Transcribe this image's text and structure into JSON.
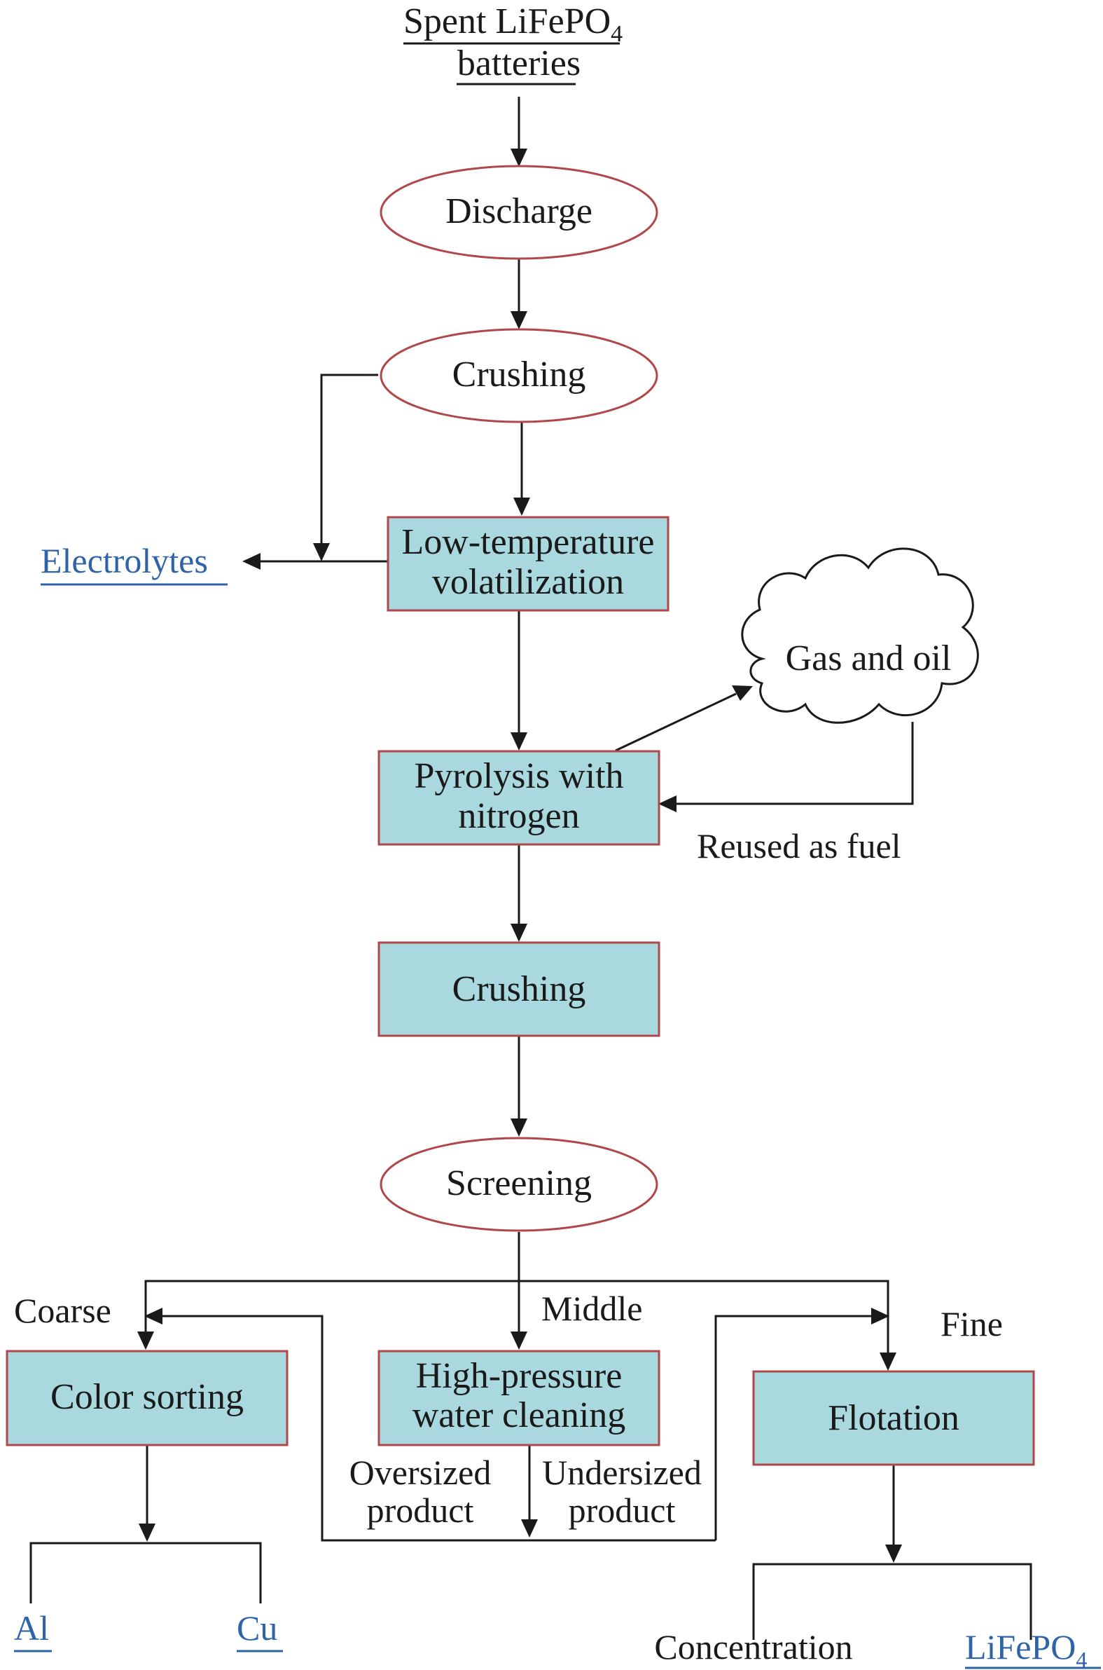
{
  "start": {
    "line1": "Spent LiFePO",
    "sub": "4",
    "line2": "batteries"
  },
  "nodes": {
    "discharge": "Discharge",
    "crushing_1": "Crushing",
    "low_temp_volatilization": {
      "line1": "Low-temperature",
      "line2": "volatilization"
    },
    "pyrolysis": {
      "line1": "Pyrolysis with",
      "line2": "nitrogen"
    },
    "gas_and_oil": "Gas and oil",
    "crushing_2": "Crushing",
    "screening": "Screening",
    "color_sorting": "Color sorting",
    "high_pressure_water_cleaning": {
      "line1": "High-pressure",
      "line2": "water cleaning"
    },
    "flotation": "Flotation"
  },
  "labels": {
    "reused_as_fuel": "Reused as fuel",
    "coarse": "Coarse",
    "middle": "Middle",
    "fine": "Fine",
    "oversized_product": {
      "line1": "Oversized",
      "line2": "product"
    },
    "undersized_product": {
      "line1": "Undersized",
      "line2": "product"
    }
  },
  "products": {
    "electrolytes": "Electrolytes",
    "al": "Al",
    "cu": "Cu",
    "concentration": "Concentration",
    "lifepo4": {
      "main": "LiFePO",
      "sub": "4"
    }
  },
  "colors": {
    "process_box_fill": "#a9d8df",
    "node_border": "#b0474a",
    "recovered_product_text": "#2f63a8",
    "line": "#1a1a1a"
  }
}
